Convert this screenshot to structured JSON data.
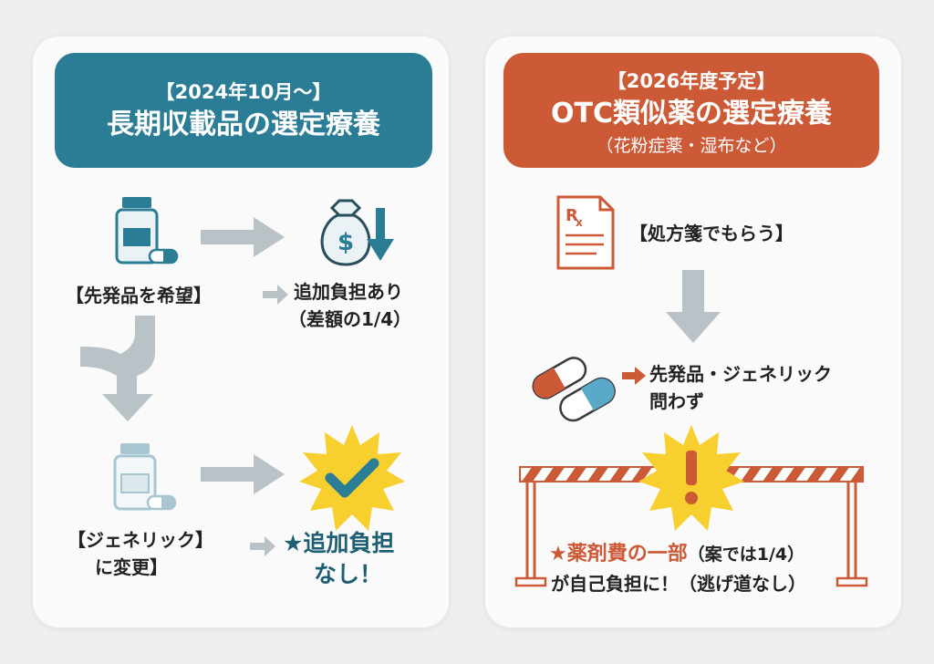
{
  "left": {
    "header": {
      "subtitle": "【2024年10月～】",
      "title": "長期収載品の選定療養"
    },
    "brand_label": "【先発品を希望】",
    "brand_result_line1": "追加負担あり",
    "brand_result_line2": "（差額の1/4）",
    "generic_label_line1": "【ジェネリック】",
    "generic_label_line2": "に変更】",
    "generic_result_line1": "★追加負担",
    "generic_result_line2": "なし！"
  },
  "right": {
    "header": {
      "subtitle": "【2026年度予定】",
      "title": "OTC類似薬の選定療養",
      "note": "（花粉症薬・湿布など）"
    },
    "prescription_label": "【処方箋でもらう】",
    "pill_result_line1": "先発品・ジェネリック",
    "pill_result_line2": "問わず",
    "warning_emph": "★薬剤費の一部",
    "warning_rest": "（案では1/4）",
    "warning_line2": "が自己負担に！（逃げ道なし）"
  },
  "colors": {
    "teal": "#2b7c95",
    "orange": "#cd5a37",
    "light_blue": "#5aa9c9",
    "yellow": "#f7cf2e",
    "gray_arrow": "#b9c2c6"
  },
  "icons": [
    "medicine-bottle-icon",
    "money-bag-icon",
    "check-burst-icon",
    "prescription-icon",
    "capsule-icon",
    "warning-burst-icon",
    "barrier-icon"
  ]
}
